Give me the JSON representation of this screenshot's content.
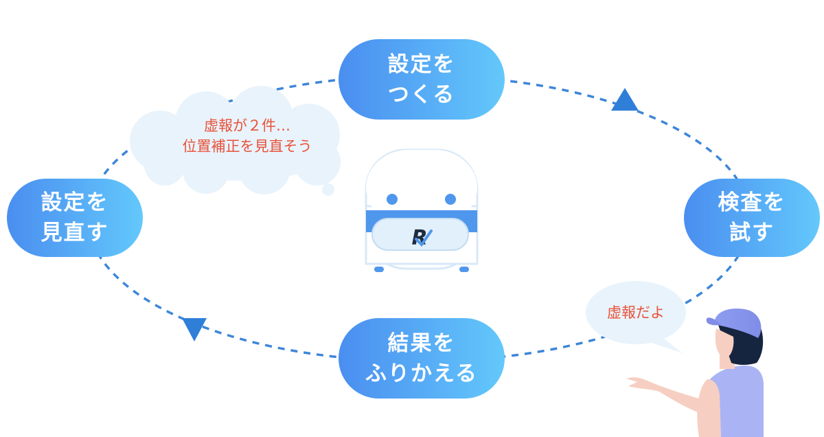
{
  "cycle": {
    "steps": [
      {
        "id": "create",
        "label": "設定を\nつくる"
      },
      {
        "id": "test",
        "label": "検査を\n試す"
      },
      {
        "id": "review",
        "label": "結果を\nふりかえる"
      },
      {
        "id": "revise",
        "label": "設定を\n見直す"
      }
    ]
  },
  "thought_bubble": {
    "text": "虚報が２件…\n位置補正を見直そう"
  },
  "speech_bubble": {
    "text": "虚報だよ"
  },
  "robot": {
    "logo_letter": "R"
  },
  "colors": {
    "pill_start": "#4a8ef0",
    "pill_end": "#63c8fb",
    "dash": "#3d86d8",
    "arrow": "#2f7fd9",
    "bubble": "#e9f3fb",
    "text_accent": "#e8523a",
    "robot_blue": "#4f97ec",
    "cap": "#8e9cf0",
    "shirt": "#aab4f5"
  }
}
